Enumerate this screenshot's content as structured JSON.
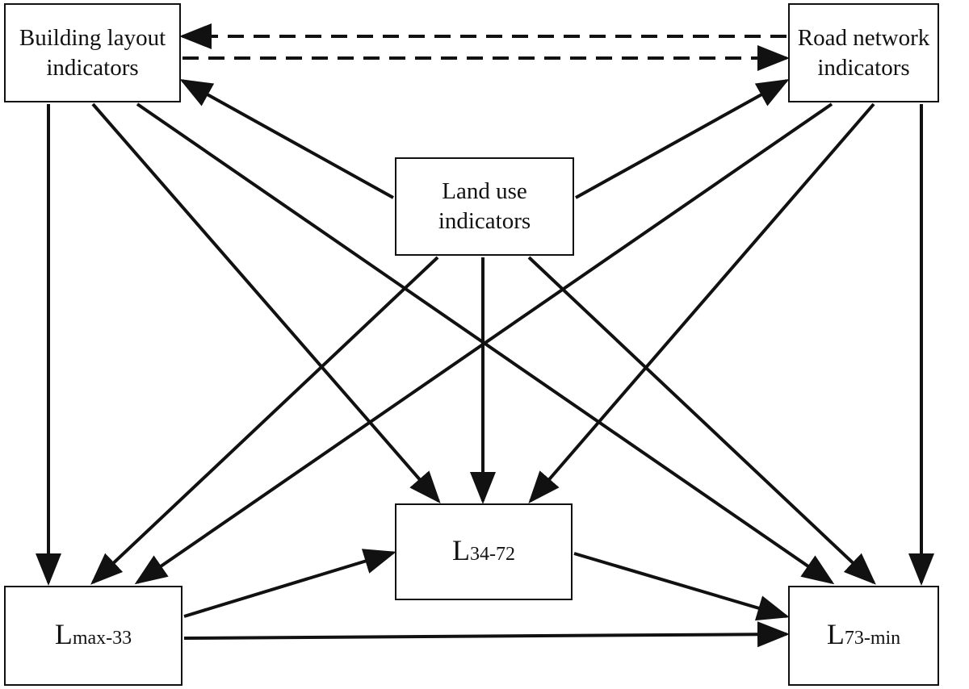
{
  "diagram": {
    "nodes": {
      "building_layout": {
        "label": "Building layout\nindicators"
      },
      "road_network": {
        "label": "Road network\nindicators"
      },
      "land_use": {
        "label": "Land use\nindicators"
      },
      "l34_72": {
        "symbol": "L",
        "subscript": "34-72"
      },
      "lmax_33": {
        "symbol": "L",
        "subscript": "max-33"
      },
      "l73_min": {
        "symbol": "L",
        "subscript": "73-min"
      }
    },
    "edges": [
      {
        "from": "road_network",
        "to": "building_layout",
        "style": "dashed"
      },
      {
        "from": "building_layout",
        "to": "road_network",
        "style": "dashed"
      },
      {
        "from": "land_use",
        "to": "building_layout",
        "style": "solid"
      },
      {
        "from": "land_use",
        "to": "road_network",
        "style": "solid"
      },
      {
        "from": "building_layout",
        "to": "lmax_33",
        "style": "solid"
      },
      {
        "from": "building_layout",
        "to": "l34_72",
        "style": "solid"
      },
      {
        "from": "building_layout",
        "to": "l73_min",
        "style": "solid"
      },
      {
        "from": "road_network",
        "to": "l73_min",
        "style": "solid"
      },
      {
        "from": "road_network",
        "to": "lmax_33",
        "style": "solid"
      },
      {
        "from": "road_network",
        "to": "l34_72",
        "style": "solid"
      },
      {
        "from": "land_use",
        "to": "lmax_33",
        "style": "solid"
      },
      {
        "from": "land_use",
        "to": "l34_72",
        "style": "solid"
      },
      {
        "from": "land_use",
        "to": "l73_min",
        "style": "solid"
      },
      {
        "from": "lmax_33",
        "to": "l34_72",
        "style": "solid"
      },
      {
        "from": "lmax_33",
        "to": "l73_min",
        "style": "solid"
      },
      {
        "from": "l34_72",
        "to": "l73_min",
        "style": "solid"
      }
    ],
    "colors": {
      "stroke": "#111111",
      "background": "#ffffff"
    }
  }
}
